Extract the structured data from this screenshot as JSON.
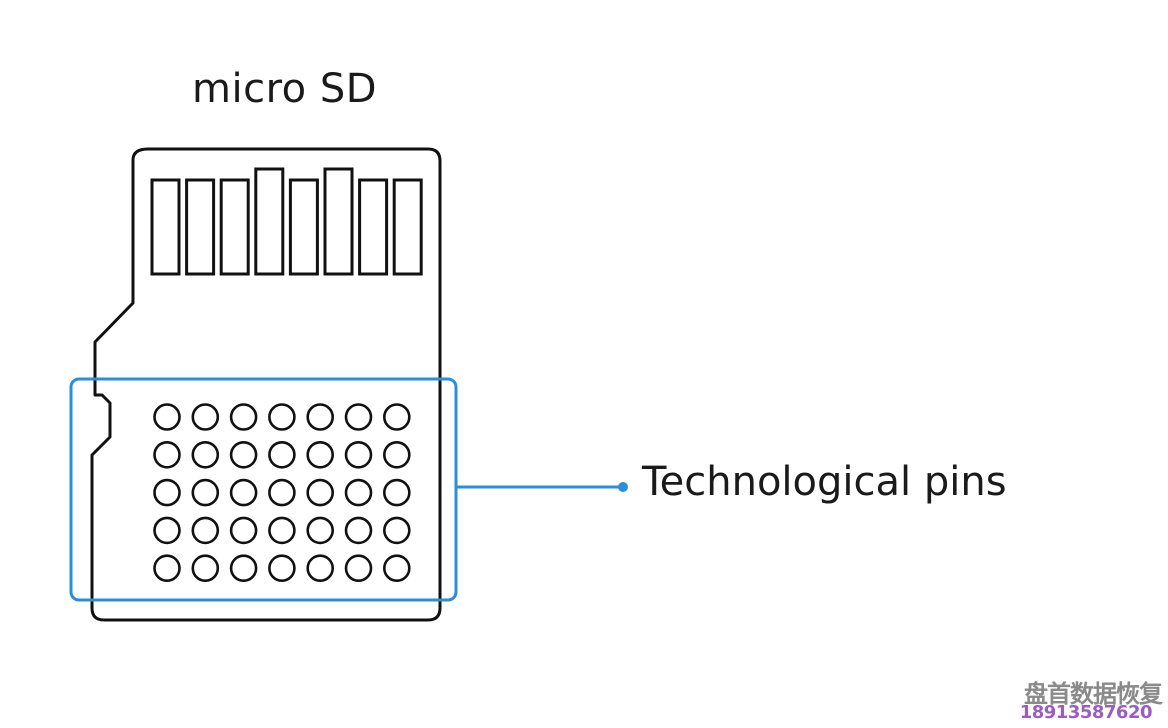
{
  "diagram": {
    "title": "micro SD",
    "callout_label": "Technological pins",
    "colors": {
      "outline": "#111111",
      "highlight": "#2a8fd8"
    },
    "card": {
      "top_contacts": 8,
      "raised_contacts": [
        4,
        6
      ],
      "pin_grid": {
        "rows": 5,
        "columns": 7
      }
    }
  },
  "watermark": {
    "company": "盘首数据恢复",
    "phone": "18913587620"
  }
}
